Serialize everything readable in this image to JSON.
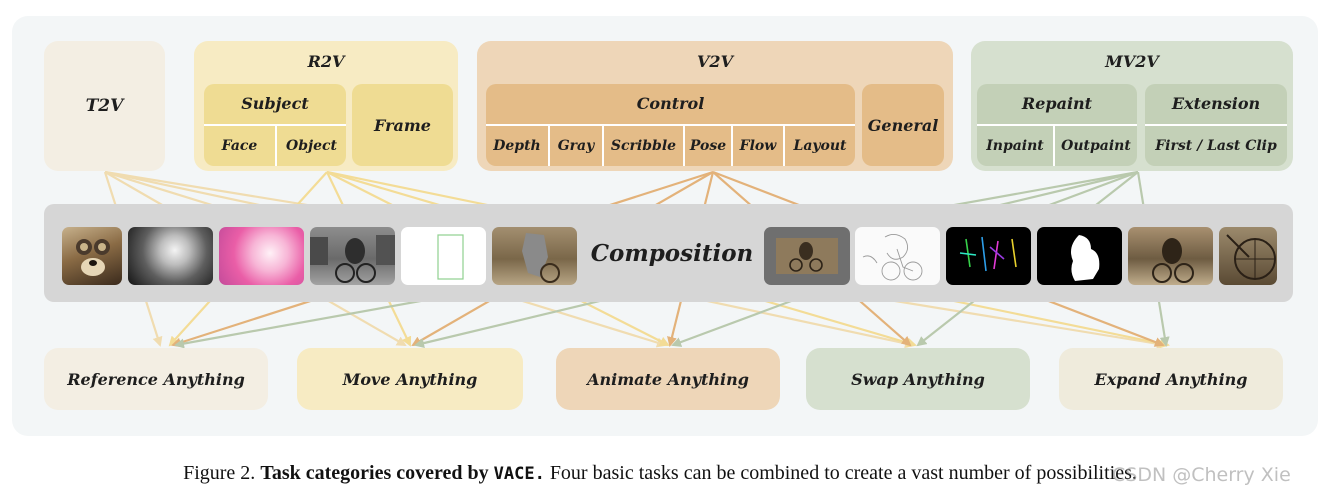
{
  "top_groups": {
    "t2v": "T2V",
    "r2v": {
      "title": "R2V",
      "subject": "Subject",
      "face": "Face",
      "object": "Object",
      "frame": "Frame"
    },
    "v2v": {
      "title": "V2V",
      "control": "Control",
      "items": [
        "Depth",
        "Gray",
        "Scribble",
        "Pose",
        "Flow",
        "Layout"
      ],
      "general": "General"
    },
    "mv2v": {
      "title": "MV2V",
      "repaint": "Repaint",
      "inpaint": "Inpaint",
      "outpaint": "Outpaint",
      "extension": "Extension",
      "first_last_clip": "First / Last Clip"
    }
  },
  "composition": {
    "label": "Composition"
  },
  "outputs": [
    "Reference Anything",
    "Move Anything",
    "Animate Anything",
    "Swap Anything",
    "Expand Anything"
  ],
  "caption": {
    "prefix": "Figure 2.",
    "bold": "Task categories covered by",
    "mono": "VACE.",
    "rest": "Four basic tasks can be combined to create a vast number of possibilities."
  },
  "watermark": "CSDN @Cherry Xie",
  "colors": {
    "t2v": "#f3eee3",
    "r2v": "#f7ebc3",
    "v2v": "#eed6b8",
    "mv2v": "#d6e0cf",
    "arrow_t2v": "#f0dcb0",
    "arrow_r2v": "#f3dc96",
    "arrow_v2v": "#e3b27a",
    "arrow_mv2v": "#b9c9ad"
  }
}
